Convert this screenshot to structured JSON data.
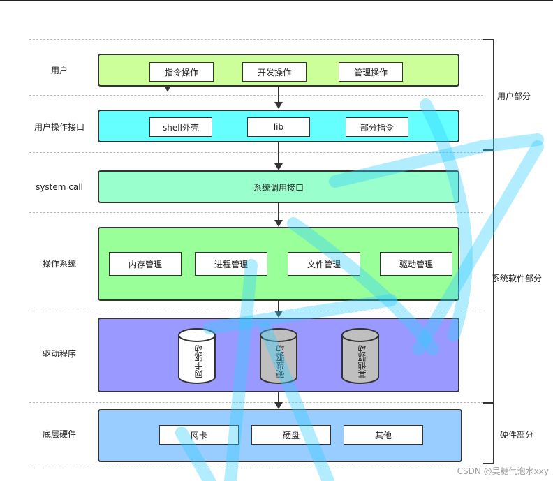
{
  "rows": {
    "user": "用户",
    "user_interface": "用户操作接口",
    "system_call": "system call",
    "os": "操作系统",
    "driver": "驱动程序",
    "hardware": "底层硬件"
  },
  "user_layer": {
    "items": [
      "指令操作",
      "开发操作",
      "管理操作"
    ],
    "color": "#ccff99"
  },
  "interface_layer": {
    "items": [
      "shell外壳",
      "lib",
      "部分指令"
    ],
    "color": "#66ffff"
  },
  "syscall_layer": {
    "text": "系统调用接口",
    "color": "#99ffcc"
  },
  "os_layer": {
    "items": [
      "内存管理",
      "进程管理",
      "文件管理",
      "驱动管理"
    ],
    "color": "#99ff99"
  },
  "driver_layer": {
    "items": [
      "网卡驱动",
      "硬盘驱动",
      "其他驱动"
    ],
    "color": "#9999ff"
  },
  "hardware_layer": {
    "items": [
      "网卡",
      "硬盘",
      "其他"
    ],
    "color": "#99ccff"
  },
  "parts": {
    "user_part": "用户部分",
    "system_software_part": "系统软件部分",
    "hardware_part": "硬件部分"
  },
  "credit": "CSDN @吴糖气泡水xxy"
}
